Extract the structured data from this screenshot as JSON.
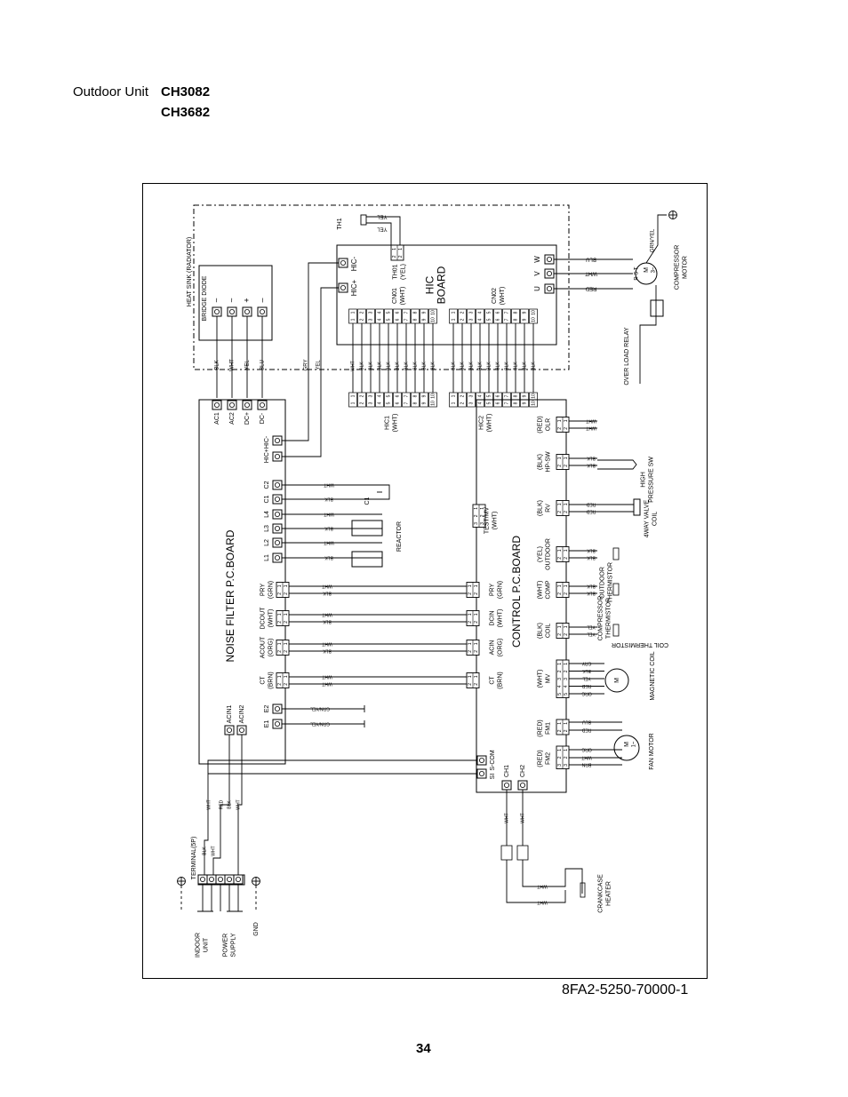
{
  "header": {
    "label": "Outdoor Unit",
    "models": [
      "CH3082",
      "CH3682"
    ]
  },
  "diagram": {
    "boards": {
      "hic": [
        "HIC",
        "BOARD"
      ],
      "control": "CONTROL P.C.BOARD",
      "noise": "NOISE FILTER P.C.BOARD"
    },
    "top_area": {
      "heat_sink": "HEAT SINK (RADIATOR)",
      "bridge_diode": "BRIDGE DIODE",
      "diode_pins": [
        "~",
        "~",
        "+",
        "–"
      ],
      "diode_wires": [
        "BLK",
        "WHT",
        "YEL",
        "BLU"
      ],
      "hic_pins": [
        "HIC+",
        "HIC-"
      ],
      "hic_wires": [
        "GRY",
        "YEL"
      ],
      "th1": "TH1",
      "th1_wires": [
        "YEL",
        "YEL"
      ],
      "th01": [
        "TH01",
        "(YEL)"
      ],
      "cn01": [
        "CN01",
        "(WHT)"
      ],
      "cn02": [
        "CN02",
        "(WHT)"
      ],
      "uvw": [
        "U",
        "V",
        "W"
      ],
      "uvw_wires": [
        "RED",
        "WHT",
        "BLU"
      ],
      "compressor": [
        "COMPRESSOR",
        "MOTOR"
      ],
      "rst": "R S T",
      "motor_symbol": [
        "M",
        "3~"
      ],
      "gnd_wire": "GRN/YEL",
      "overload": "OVER LOAD RELAY"
    },
    "hic_connectors": {
      "hic1": [
        "HIC1",
        "(WHT)"
      ],
      "hic2": [
        "HIC2",
        "(WHT)"
      ],
      "hic1_wires": [
        "WHT",
        "BLK",
        "BLK",
        "BLK",
        "BLK",
        "BLK",
        "BLK",
        "BLK",
        "BLK",
        "BLK"
      ],
      "hic2_wires": [
        "BLK",
        "BLK",
        "BLK",
        "BLK",
        "BLK",
        "BLK",
        "BLK",
        "BLK",
        "BLK",
        "BLK"
      ],
      "pin_numbers": [
        "1",
        "2",
        "3",
        "4",
        "5",
        "6",
        "7",
        "8",
        "9",
        "10"
      ]
    },
    "noise_terminals": {
      "top": [
        "AC1",
        "AC2",
        "DC+",
        "DC-"
      ],
      "hic": "HIC+HIC-",
      "side": [
        "C2",
        "C1",
        "L4",
        "L3",
        "L2",
        "L1"
      ],
      "side_wires": [
        "WHT",
        "BLK",
        "WHT",
        "BLK",
        "WHT",
        "BLK"
      ],
      "capacitor": "C1",
      "reactor": "REACTOR",
      "e_terminals": [
        "E1",
        "E2"
      ],
      "e_wires": [
        "GRN/YEL",
        "GRN/YEL"
      ],
      "acin": [
        "ACIN1",
        "ACIN2"
      ],
      "testmv": [
        "TEST/MV",
        "(WHT)"
      ]
    },
    "links": [
      {
        "left": [
          "PRY",
          "(GRN)"
        ],
        "right": [
          "PRY",
          "(GRN)"
        ],
        "wires": [
          "WHT",
          "BLK"
        ]
      },
      {
        "left": [
          "DCOUT",
          "(WHT)"
        ],
        "right": [
          "DCIN",
          "(WHT)"
        ],
        "wires": [
          "WHT",
          "BLK"
        ]
      },
      {
        "left": [
          "ACOUT",
          "(ORG)"
        ],
        "right": [
          "ACIN",
          "(ORG)"
        ],
        "wires": [
          "WHT",
          "BLK"
        ]
      },
      {
        "left": [
          "CT",
          "(BRN)"
        ],
        "right": [
          "CT",
          "(BRN)"
        ],
        "wires": [
          "WHT",
          "WHT"
        ]
      }
    ],
    "control_right": [
      {
        "conn": [
          "(RED)",
          "OLR"
        ],
        "wires": [
          "WHT",
          "WHT"
        ]
      },
      {
        "conn": [
          "(BLK)",
          "HP-SW"
        ],
        "wires": [
          "BLK",
          "BLK"
        ],
        "device": [
          "HIGH",
          "PRESSURE SW"
        ]
      },
      {
        "conn": [
          "(BLK)",
          "RV"
        ],
        "wires": [
          "RED",
          "RED"
        ],
        "device": [
          "4WAY VALVE",
          "COIL"
        ]
      },
      {
        "conn": [
          "(YEL)",
          "OUTDOOR"
        ],
        "wires": [
          "BLK",
          "BLK"
        ],
        "device": [
          "OUTDOOR",
          "THERMISTOR"
        ]
      },
      {
        "conn": [
          "(WHT)",
          "COMP"
        ],
        "wires": [
          "BLK",
          "BLK"
        ],
        "device": [
          "COMPRESSOR",
          "THERMISTOR"
        ]
      },
      {
        "conn": [
          "(BLK)",
          "COIL"
        ],
        "wires": [
          "YEL",
          "YEL"
        ],
        "device": [
          "COIL THERMISTOR"
        ]
      }
    ],
    "mv": {
      "conn": [
        "(WHT)",
        "MV"
      ],
      "wires": [
        "GRY",
        "BLK",
        "YEL",
        "RED",
        "ORG"
      ],
      "device": "MAGNETIC COIL"
    },
    "fm1": {
      "conn": [
        "(RED)",
        "FM1"
      ],
      "wires": [
        "BLU",
        "RED"
      ]
    },
    "fm2": {
      "conn": [
        "(RED)",
        "FM2"
      ],
      "wires": [
        "ORG",
        "WHT",
        "BRN"
      ]
    },
    "fan_motor": "FAN MOTOR",
    "fan_symbol": [
      "M",
      "1~"
    ],
    "control_bottom": {
      "si_scom": [
        "SI",
        "S-COM"
      ],
      "ch": [
        "CH1",
        "CH2"
      ],
      "ch_wires": [
        "WHT",
        "WHT"
      ],
      "heater_wires": [
        "WHT",
        "WHT"
      ],
      "heater": [
        "CRANKCASE",
        "HEATER"
      ]
    },
    "terminal": {
      "label": "TERMINAL(5P)",
      "wires_top": [
        "WHT",
        "RED",
        "BLK",
        "WHT"
      ],
      "wires_mid": [
        "BLK",
        "WHT"
      ],
      "groups": [
        [
          "INDOOR",
          "UNIT"
        ],
        [
          "POWER",
          "SUPPLY"
        ],
        [
          "GND"
        ]
      ]
    },
    "pin_labels": [
      "1",
      "2",
      "3",
      "4",
      "5"
    ]
  },
  "footer": {
    "doc_number": "8FA2-5250-70000-1",
    "page_number": "34"
  }
}
